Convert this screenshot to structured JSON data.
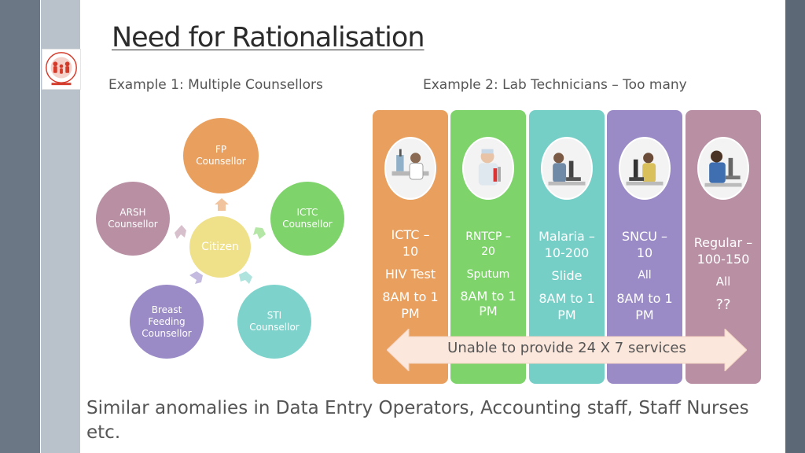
{
  "title": "Need for Rationalisation",
  "example1_heading": "Example 1: Multiple Counsellors",
  "example2_heading": "Example 2: Lab Technicians – Too many",
  "cycle": {
    "center": "Citizen",
    "nodes": [
      {
        "lines": [
          "FP",
          "Counsellor"
        ],
        "color": "#e9a05f"
      },
      {
        "lines": [
          "ICTC",
          "Counsellor"
        ],
        "color": "#7ed36b"
      },
      {
        "lines": [
          "STI",
          "Counsellor"
        ],
        "color": "#7dd3cb"
      },
      {
        "lines": [
          "Breast",
          "Feeding",
          "Counsellor"
        ],
        "color": "#9a8bc6"
      },
      {
        "lines": [
          "ARSH",
          "Counsellor"
        ],
        "color": "#b88fa3"
      }
    ],
    "center_color": "#efe08a"
  },
  "columns": [
    {
      "name": "ICTC –",
      "count": "10",
      "test": "HIV Test",
      "time": "8AM to 1 PM",
      "color": "#e9a05f"
    },
    {
      "name": "RNTCP –",
      "count": "20",
      "test": "Sputum",
      "time": "8AM to 1 PM",
      "color": "#7ed36b"
    },
    {
      "name": "Malaria –",
      "count": "10-200",
      "test": "Slide",
      "time": "8AM to 1 PM",
      "color": "#76cfc7"
    },
    {
      "name": "SNCU –",
      "count": "10",
      "test": "All",
      "time": "8AM to 1 PM",
      "color": "#9a8bc6"
    },
    {
      "name": "Regular –",
      "count": "100-150",
      "test": "All",
      "time": "??",
      "color": "#b88fa3"
    }
  ],
  "banner_text": "Unable to provide 24 X 7 services",
  "footer_text": "Similar anomalies in Data Entry Operators, Accounting staff, Staff Nurses etc.",
  "logo_icon": "national-health-mission-logo"
}
